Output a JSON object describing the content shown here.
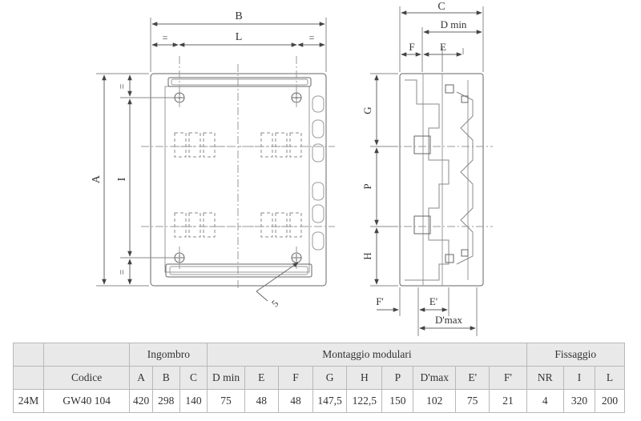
{
  "dims": {
    "B": "B",
    "L": "L",
    "eq": "=",
    "A": "A",
    "I": "I",
    "five": "5",
    "C": "C",
    "Dmin": "D min",
    "F": "F",
    "E": "E",
    "G": "G",
    "P": "P",
    "H": "H",
    "Fp": "F'",
    "Ep": "E'",
    "Dmax": "D'max"
  },
  "table": {
    "groups": {
      "ingombro": "Ingombro",
      "montaggio": "Montaggio modulari",
      "fissaggio": "Fissaggio"
    },
    "headers": [
      "Codice",
      "A",
      "B",
      "C",
      "D min",
      "E",
      "F",
      "G",
      "H",
      "P",
      "D'max",
      "E'",
      "F'",
      "NR",
      "I",
      "L"
    ],
    "row": {
      "label": "24M",
      "values": [
        "GW40 104",
        "420",
        "298",
        "140",
        "75",
        "48",
        "48",
        "147,5",
        "122,5",
        "150",
        "102",
        "75",
        "21",
        "4",
        "320",
        "200"
      ]
    }
  }
}
